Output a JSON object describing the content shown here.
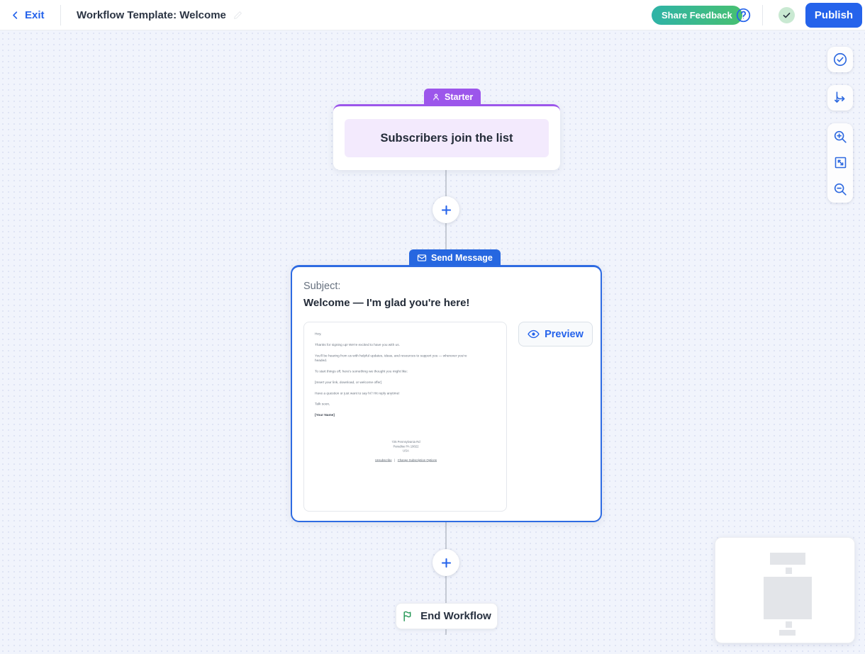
{
  "topbar": {
    "exit": "Exit",
    "title": "Workflow Template: Welcome",
    "share_feedback": "Share Feedback",
    "publish": "Publish"
  },
  "starter": {
    "badge": "Starter",
    "trigger": "Subscribers join the list"
  },
  "send_message": {
    "badge": "Send Message",
    "subject_label": "Subject:",
    "subject": "Welcome — I'm glad you're here!",
    "preview": "Preview",
    "email": {
      "lines": [
        "Hey,",
        "Thanks for signing up! We're excited to have you with us.",
        "You'll be hearing from us with helpful updates, ideas, and resources to support you — wherever you're headed.",
        "To start things off, here's something we thought you might like:",
        "[Insert your link, download, or welcome offer]",
        "Have a question or just want to say hi? Hit reply anytime!",
        "Talk soon,"
      ],
      "signature": "[Your Name]",
      "address": [
        "725 Pennsylvania Rd",
        "Paradise PA 19022",
        "USA"
      ],
      "links": [
        "Unsubscribe",
        "Change Subscription Options"
      ],
      "link_separator": "|"
    }
  },
  "end_node": {
    "label": "End Workflow"
  },
  "icons": {
    "back": "chevron-left",
    "edit": "pencil",
    "help": "question-circle",
    "saved_status": "check-circle-green",
    "starter_badge": "person",
    "send_badge": "envelope",
    "preview": "eye",
    "end": "flag",
    "add_step": "plus",
    "toolbar": [
      "validate-check",
      "auto-layout-branch",
      "zoom-in",
      "fit-view",
      "zoom-out"
    ]
  },
  "colors": {
    "accent_blue": "#2563eb",
    "node_blue": "#2e6be2",
    "purple": "#9c56eb",
    "purple_light": "#f3eafd",
    "flag_green": "#219653",
    "share_gradient": [
      "#2fb3a7",
      "#47c071"
    ],
    "status_circle_bg": "#c9e9d2",
    "canvas_bg": "#f1f4fc",
    "canvas_dot": "#dfe4f4",
    "connector_gray": "#c5cad4"
  }
}
